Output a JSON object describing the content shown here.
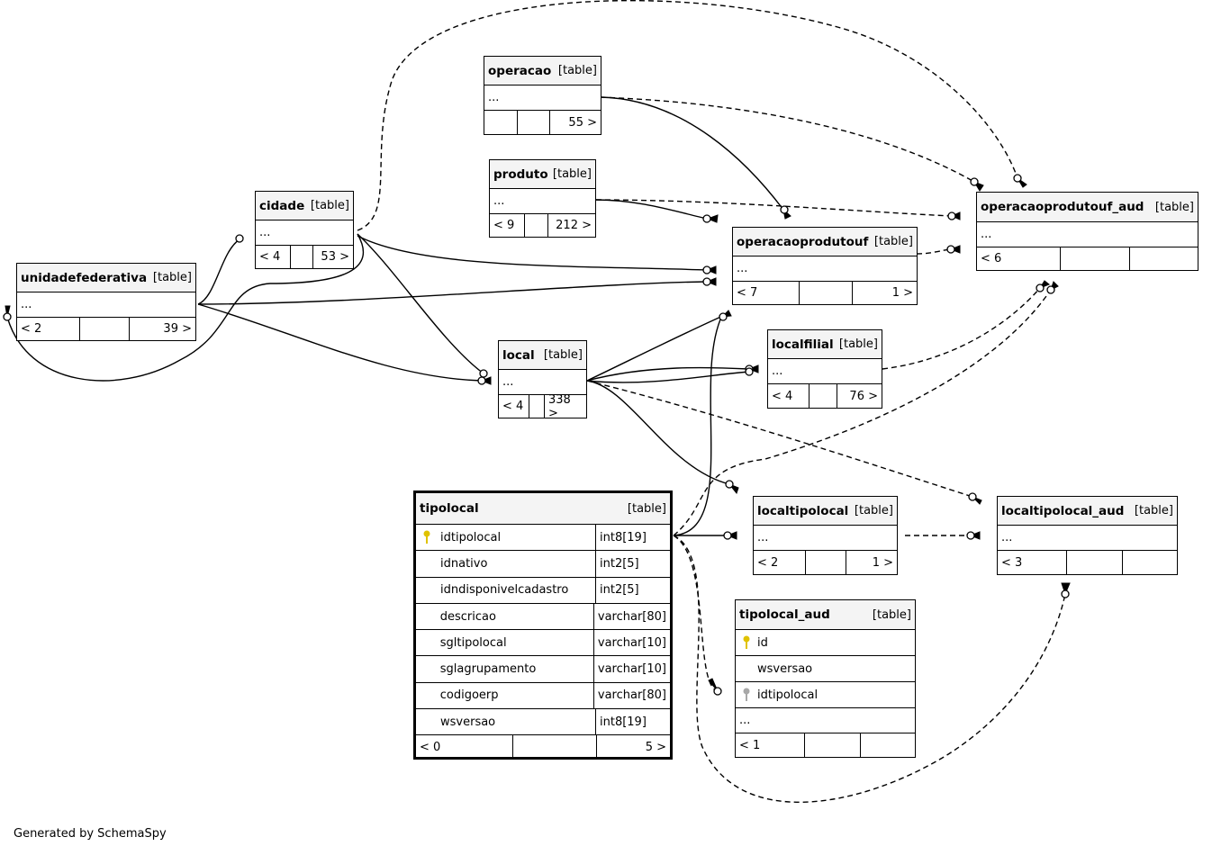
{
  "footer": "Generated by SchemaSpy",
  "tag": "[table]",
  "dots": "...",
  "tables": {
    "operacao": {
      "name": "operacao",
      "counts": [
        "",
        "",
        "55 >"
      ]
    },
    "produto": {
      "name": "produto",
      "counts": [
        "< 9",
        "",
        "212 >"
      ]
    },
    "cidade": {
      "name": "cidade",
      "counts": [
        "< 4",
        "",
        "53 >"
      ]
    },
    "unidadefederativa": {
      "name": "unidadefederativa",
      "counts": [
        "< 2",
        "",
        "39 >"
      ]
    },
    "operacaoprodutouf": {
      "name": "operacaoprodutouf",
      "counts": [
        "< 7",
        "",
        "1 >"
      ]
    },
    "operacaoprodutouf_aud": {
      "name": "operacaoprodutouf_aud",
      "counts": [
        "< 6",
        "",
        ""
      ]
    },
    "local": {
      "name": "local",
      "counts": [
        "< 4",
        "",
        "338 >"
      ]
    },
    "localfilial": {
      "name": "localfilial",
      "counts": [
        "< 4",
        "",
        "76 >"
      ]
    },
    "localtipolocal": {
      "name": "localtipolocal",
      "counts": [
        "< 2",
        "",
        "1 >"
      ]
    },
    "localtipolocal_aud": {
      "name": "localtipolocal_aud",
      "counts": [
        "< 3",
        "",
        ""
      ]
    },
    "tipolocal": {
      "name": "tipolocal",
      "columns": [
        {
          "name": "idtipolocal",
          "type": "int8[19]",
          "key": "primary"
        },
        {
          "name": "idnativo",
          "type": "int2[5]",
          "key": ""
        },
        {
          "name": "idndisponivelcadastro",
          "type": "int2[5]",
          "key": ""
        },
        {
          "name": "descricao",
          "type": "varchar[80]",
          "key": ""
        },
        {
          "name": "sgltipolocal",
          "type": "varchar[10]",
          "key": ""
        },
        {
          "name": "sglagrupamento",
          "type": "varchar[10]",
          "key": ""
        },
        {
          "name": "codigoerp",
          "type": "varchar[80]",
          "key": ""
        },
        {
          "name": "wsversao",
          "type": "int8[19]",
          "key": ""
        }
      ],
      "counts": [
        "< 0",
        "",
        "5 >"
      ]
    },
    "tipolocal_aud": {
      "name": "tipolocal_aud",
      "columns": [
        {
          "name": "id",
          "key": "primary"
        },
        {
          "name": "wsversao",
          "key": ""
        },
        {
          "name": "idtipolocal",
          "key": "foreign"
        }
      ],
      "counts": [
        "< 1",
        "",
        ""
      ]
    }
  },
  "colors": {
    "primary_key": "#e0c200",
    "foreign_key": "#a8a8a8"
  }
}
